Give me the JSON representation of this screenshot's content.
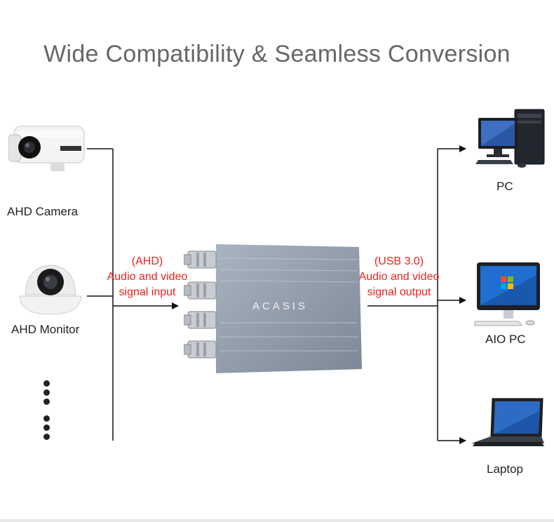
{
  "title": "Wide Compatibility & Seamless Conversion",
  "inputs": [
    {
      "label": "AHD Camera",
      "icon": "bullet-camera-icon"
    },
    {
      "label": "AHD Monitor",
      "icon": "dome-camera-icon"
    }
  ],
  "input_annotation": {
    "line1": "(AHD)",
    "line2": "Audio and video",
    "line3": "signal input"
  },
  "output_annotation": {
    "line1": "(USB 3.0)",
    "line2": "Audio and video",
    "line3": "signal output"
  },
  "device": {
    "brand": "ACASIS",
    "icon": "capture-box-icon"
  },
  "outputs": [
    {
      "label": "PC",
      "icon": "desktop-pc-icon"
    },
    {
      "label": "AIO PC",
      "icon": "all-in-one-pc-icon"
    },
    {
      "label": "Laptop",
      "icon": "laptop-icon"
    }
  ],
  "colors": {
    "annotation": "#e8231f",
    "title": "#666666",
    "device": "#8e98a6"
  }
}
